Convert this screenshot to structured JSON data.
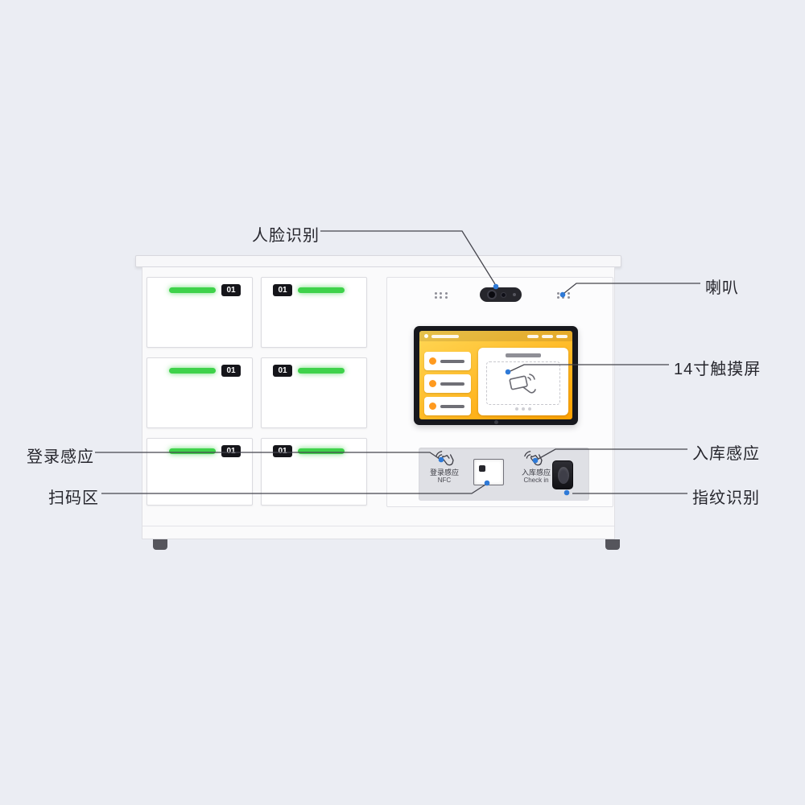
{
  "callouts": {
    "face": "人脸识别",
    "speaker": "喇叭",
    "screen": "14寸触摸屏",
    "checkin_sensor": "入库感应",
    "fingerprint": "指纹识别",
    "login_sensor": "登录感应",
    "scan_area": "扫码区"
  },
  "locker": {
    "badge": "01"
  },
  "panel": {
    "nfc": {
      "line1": "登录感应",
      "line2": "NFC"
    },
    "checkin": {
      "line1": "入库感应",
      "line2": "Check in"
    }
  },
  "colors": {
    "background": "#ebedf3",
    "led_green": "#3ed24a",
    "callout_dot": "#2f7ad7",
    "callout_line": "#45454d",
    "screen_yellow_top": "#ffd755",
    "screen_yellow_bottom": "#ffa100"
  }
}
